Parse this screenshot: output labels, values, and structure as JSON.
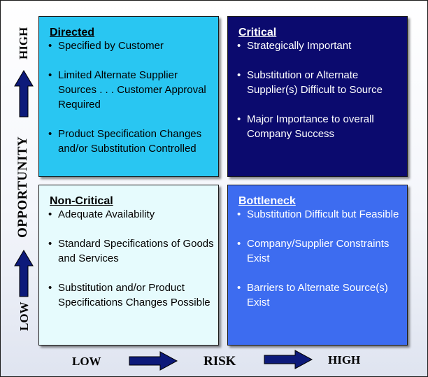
{
  "axes": {
    "vertical": {
      "high": "HIGH",
      "title": "OPPORTUNITY",
      "low": "LOW"
    },
    "horizontal": {
      "low": "LOW",
      "title": "RISK",
      "high": "HIGH"
    }
  },
  "quadrants": {
    "directed": {
      "title": "Directed",
      "items": [
        "Specified by Customer",
        "Limited Alternate Supplier Sources . . . Customer Approval Required",
        "Product Specification Changes and/or Substitution Controlled"
      ]
    },
    "critical": {
      "title": "Critical",
      "items": [
        "Strategically Important",
        "Substitution or Alternate Supplier(s) Difficult to Source",
        "Major Importance to overall Company Success"
      ]
    },
    "non_critical": {
      "title": "Non-Critical",
      "items": [
        "Adequate Availability",
        "Standard Specifications of Goods and Services",
        "Substitution and/or Product Specifications Changes Possible"
      ]
    },
    "bottleneck": {
      "title": "Bottleneck",
      "items": [
        "Substitution Difficult but Feasible",
        "Company/Supplier Constraints Exist",
        "Barriers to Alternate Source(s) Exist"
      ]
    }
  },
  "colors": {
    "directed": "#29c6f2",
    "critical": "#0b0a6e",
    "non_critical": "#e6fbfd",
    "bottleneck": "#3d6cf0",
    "arrow": "#0d1a7a"
  }
}
